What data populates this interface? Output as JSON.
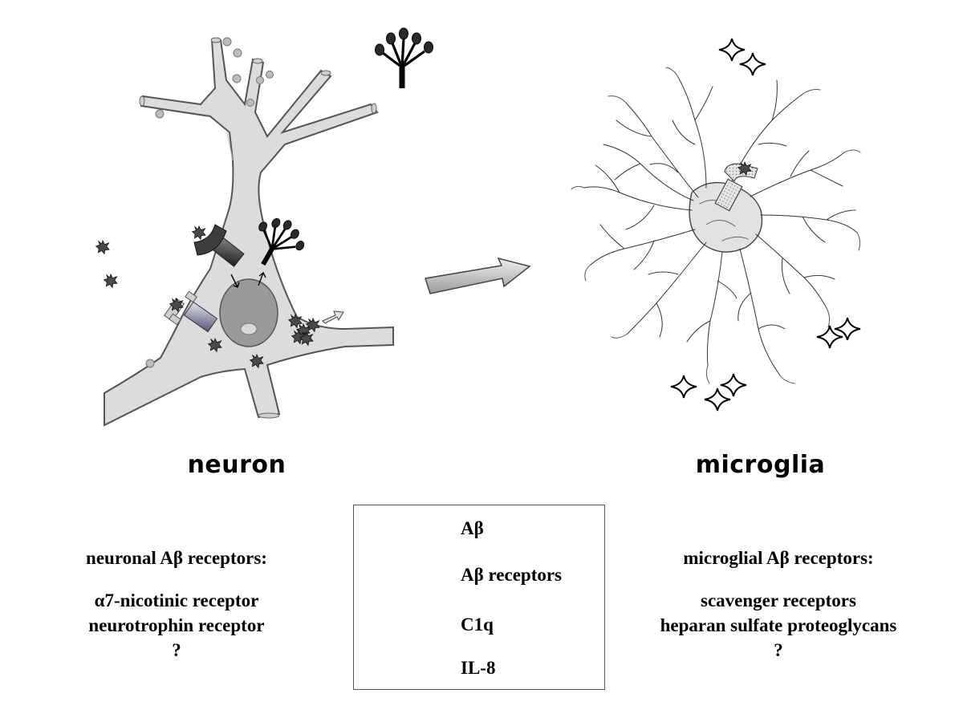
{
  "headings": {
    "neuron": "neuron",
    "microglia": "microglia"
  },
  "neuronal": {
    "title": "neuronal Aβ receptors:",
    "items": [
      "α7-nicotinic receptor",
      "neurotrophin receptor",
      "?"
    ]
  },
  "microglial": {
    "title": "microglial Aβ receptors:",
    "items": [
      "scavenger receptors",
      "heparan sulfate proteoglycans",
      "?"
    ]
  },
  "legend": {
    "abeta": "Aβ",
    "receptors": "Aβ receptors",
    "c1q": "C1q",
    "il8": "IL-8"
  },
  "colors": {
    "neuron_fill": "#dcdcdc",
    "nucleus_fill": "#9a9a9a",
    "abeta_fill": "#4a4a4a",
    "receptor_blue": "#8c8ca8",
    "receptor_dark": "#3c3c3c",
    "receptor_dotted": "#d8d8d8",
    "arrow_fill": "#c8c8c8"
  }
}
